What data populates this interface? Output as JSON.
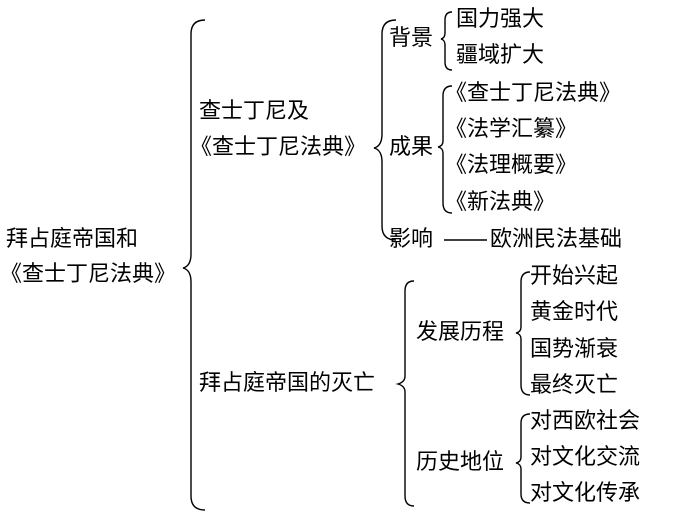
{
  "root": {
    "line1": "拜占庭帝国和",
    "line2": "《查士丁尼法典》"
  },
  "branch_justinian": {
    "line1": "查士丁尼及",
    "line2": "《查士丁尼法典》",
    "background": {
      "label": "背景",
      "items": [
        "国力强大",
        "疆域扩大"
      ]
    },
    "achievements": {
      "label": "成果",
      "items": [
        "《查士丁尼法典》",
        "《法学汇纂》",
        "《法理概要》",
        "《新法典》"
      ]
    },
    "influence": {
      "label": "影响",
      "dash": "——",
      "value": "欧洲民法基础"
    }
  },
  "branch_fall": {
    "label": "拜占庭帝国的灭亡",
    "development": {
      "label": "发展历程",
      "items": [
        "开始兴起",
        "黄金时代",
        "国势渐衰",
        "最终灭亡"
      ]
    },
    "status": {
      "label": "历史地位",
      "items": [
        "对西欧社会",
        "对文化交流",
        "对文化传承"
      ]
    }
  }
}
